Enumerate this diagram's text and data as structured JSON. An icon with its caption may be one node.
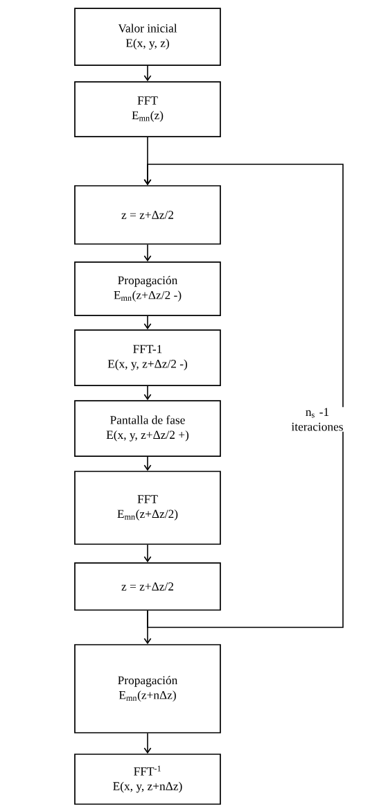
{
  "diagram": {
    "nodes": [
      {
        "text": [
          "Valor inicial",
          "E(x, y, z)"
        ]
      },
      {
        "text": [
          "FFT",
          "E$_{mn}$(z)"
        ]
      },
      {
        "text": [
          "z = z+Δz/2"
        ]
      },
      {
        "text": [
          "Propagación",
          "E$_{mn}$(z+Δz/2 -)"
        ]
      },
      {
        "text": [
          "FFT-1",
          "E(x, y, z+Δz/2 -)"
        ]
      },
      {
        "text": [
          "Pantalla de fase",
          "E(x, y, z+Δz/2 +)"
        ]
      },
      {
        "text": [
          "FFT",
          "E$_{mn}$(z+Δz/2)"
        ]
      },
      {
        "text": [
          "z = z+Δz/2"
        ]
      },
      {
        "text": [
          "Propagación",
          "E$_{mn}$(z+nΔz)"
        ]
      },
      {
        "text": [
          "FFT$^{-1}$",
          "E(x, y, z+nΔz)"
        ]
      }
    ],
    "edges": [
      {
        "from": 0,
        "to": 1,
        "arrow": "to"
      },
      {
        "from": 1,
        "to": 2,
        "arrow": "to"
      },
      {
        "from": 2,
        "to": 3,
        "arrow": "to"
      },
      {
        "from": 3,
        "to": 4,
        "arrow": "to"
      },
      {
        "from": 4,
        "to": 5,
        "arrow": "to"
      },
      {
        "from": 5,
        "to": 6,
        "arrow": "to"
      },
      {
        "from": 6,
        "to": 7,
        "arrow": "to"
      },
      {
        "from": 7,
        "to": 8,
        "arrow": "to"
      },
      {
        "from": 8,
        "to": 9,
        "arrow": "to"
      },
      {
        "from": 7,
        "to": 2,
        "arrow": "to",
        "label": "n$_{s}$ -1 iteraciones"
      }
    ]
  }
}
